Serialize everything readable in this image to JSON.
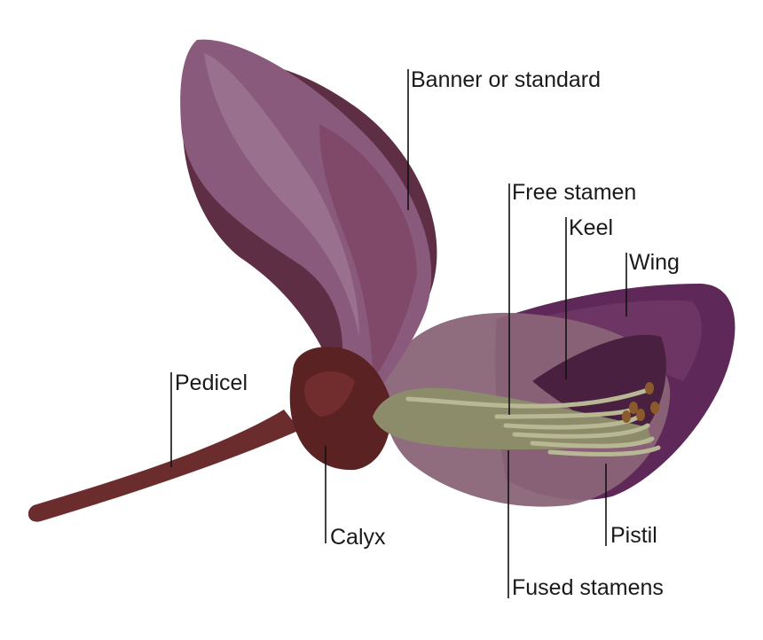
{
  "diagram": {
    "labels": {
      "banner": "Banner or standard",
      "free_stamen": "Free stamen",
      "keel": "Keel",
      "wing": "Wing",
      "pedicel": "Pedicel",
      "calyx": "Calyx",
      "pistil": "Pistil",
      "fused_stamens": "Fused stamens"
    },
    "colors": {
      "banner_back": "#5e2f44",
      "banner": "#8a5a7c",
      "banner_light": "#a07a96",
      "banner_inner": "#7a3e5e",
      "wing": "#5e2858",
      "wing_light": "#7a4070",
      "keel": "#8a6478",
      "keel_dark": "#4a2040",
      "pedicel": "#6a2c2c",
      "calyx": "#5a2222",
      "stamen_tube": "#8c8c6a",
      "stamen_filament": "#b8b894",
      "anther": "#8a5a2a",
      "leader_line": "#111111"
    }
  }
}
